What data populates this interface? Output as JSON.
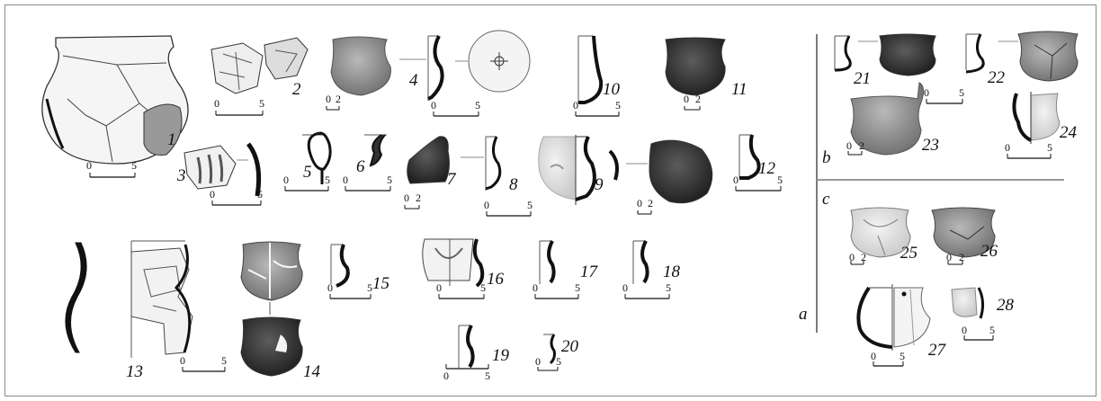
{
  "figure": {
    "sections": {
      "a": "a",
      "b": "b",
      "c": "c"
    },
    "items": [
      "1",
      "2",
      "3",
      "4",
      "5",
      "6",
      "7",
      "8",
      "9",
      "10",
      "11",
      "12",
      "13",
      "14",
      "15",
      "16",
      "17",
      "18",
      "19",
      "20",
      "21",
      "22",
      "23",
      "24",
      "25",
      "26",
      "27",
      "28"
    ],
    "scale_ticks": {
      "zero": "0",
      "five": "5",
      "two": "2"
    }
  }
}
